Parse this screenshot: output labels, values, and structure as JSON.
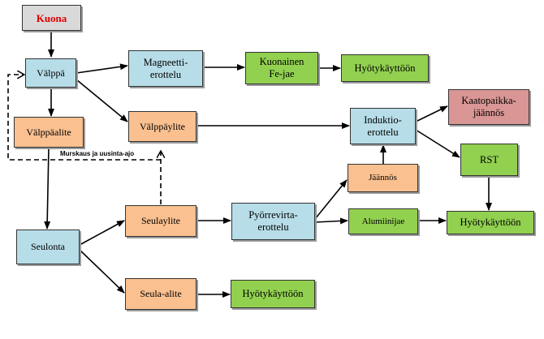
{
  "nodes": {
    "kuona": "Kuona",
    "valppa": "Välppä",
    "magneetti": "Magneetti-\nerottelu",
    "kuonainen": "Kuonainen\nFe-jae",
    "hyoty1": "Hyötykäyttöön",
    "valppaalite": "Välppäalite",
    "valppaylite": "Välppäylite",
    "induktio": "Induktio-\nerottelu",
    "kaatopaikka": "Kaatopaikka-\njäännös",
    "rst": "RST",
    "jaannos": "Jäännös",
    "seulonta": "Seulonta",
    "seulaylite": "Seulaylite",
    "pyorrevirta": "Pyörrevirta-\nerottelu",
    "alumiini": "Alumiinijae",
    "hyoty2": "Hyötykäyttöön",
    "seulaalite": "Seula-alite",
    "hyoty3": "Hyötykäyttöön"
  },
  "annotations": {
    "murskaus": "Murskaus ja uusinta-ajo"
  },
  "colors": {
    "gray": "#d9d9d9",
    "blue": "#b7dde8",
    "orange": "#fac090",
    "green": "#92d050",
    "red": "#d99694",
    "title_red": "#e00000"
  }
}
